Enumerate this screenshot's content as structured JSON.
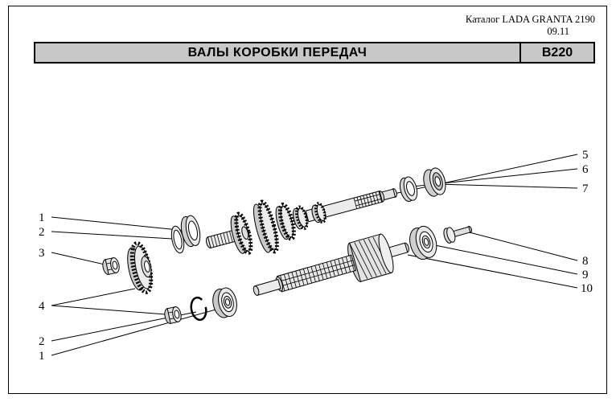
{
  "page": {
    "catalog_title": "Каталог LADA GRANTA 2190",
    "catalog_date": "09.11"
  },
  "header": {
    "title": "ВАЛЫ КОРОБКИ ПЕРЕДАЧ",
    "code": "B220"
  },
  "callouts": {
    "left": [
      {
        "label": "1"
      },
      {
        "label": "2"
      },
      {
        "label": "3"
      },
      {
        "label": "4"
      },
      {
        "label": "2"
      },
      {
        "label": "1"
      }
    ],
    "right": [
      {
        "label": "5"
      },
      {
        "label": "6"
      },
      {
        "label": "7"
      },
      {
        "label": "8"
      },
      {
        "label": "9"
      },
      {
        "label": "10"
      }
    ]
  },
  "colors": {
    "header_bg": "#c8c8c8",
    "line": "#000000"
  }
}
